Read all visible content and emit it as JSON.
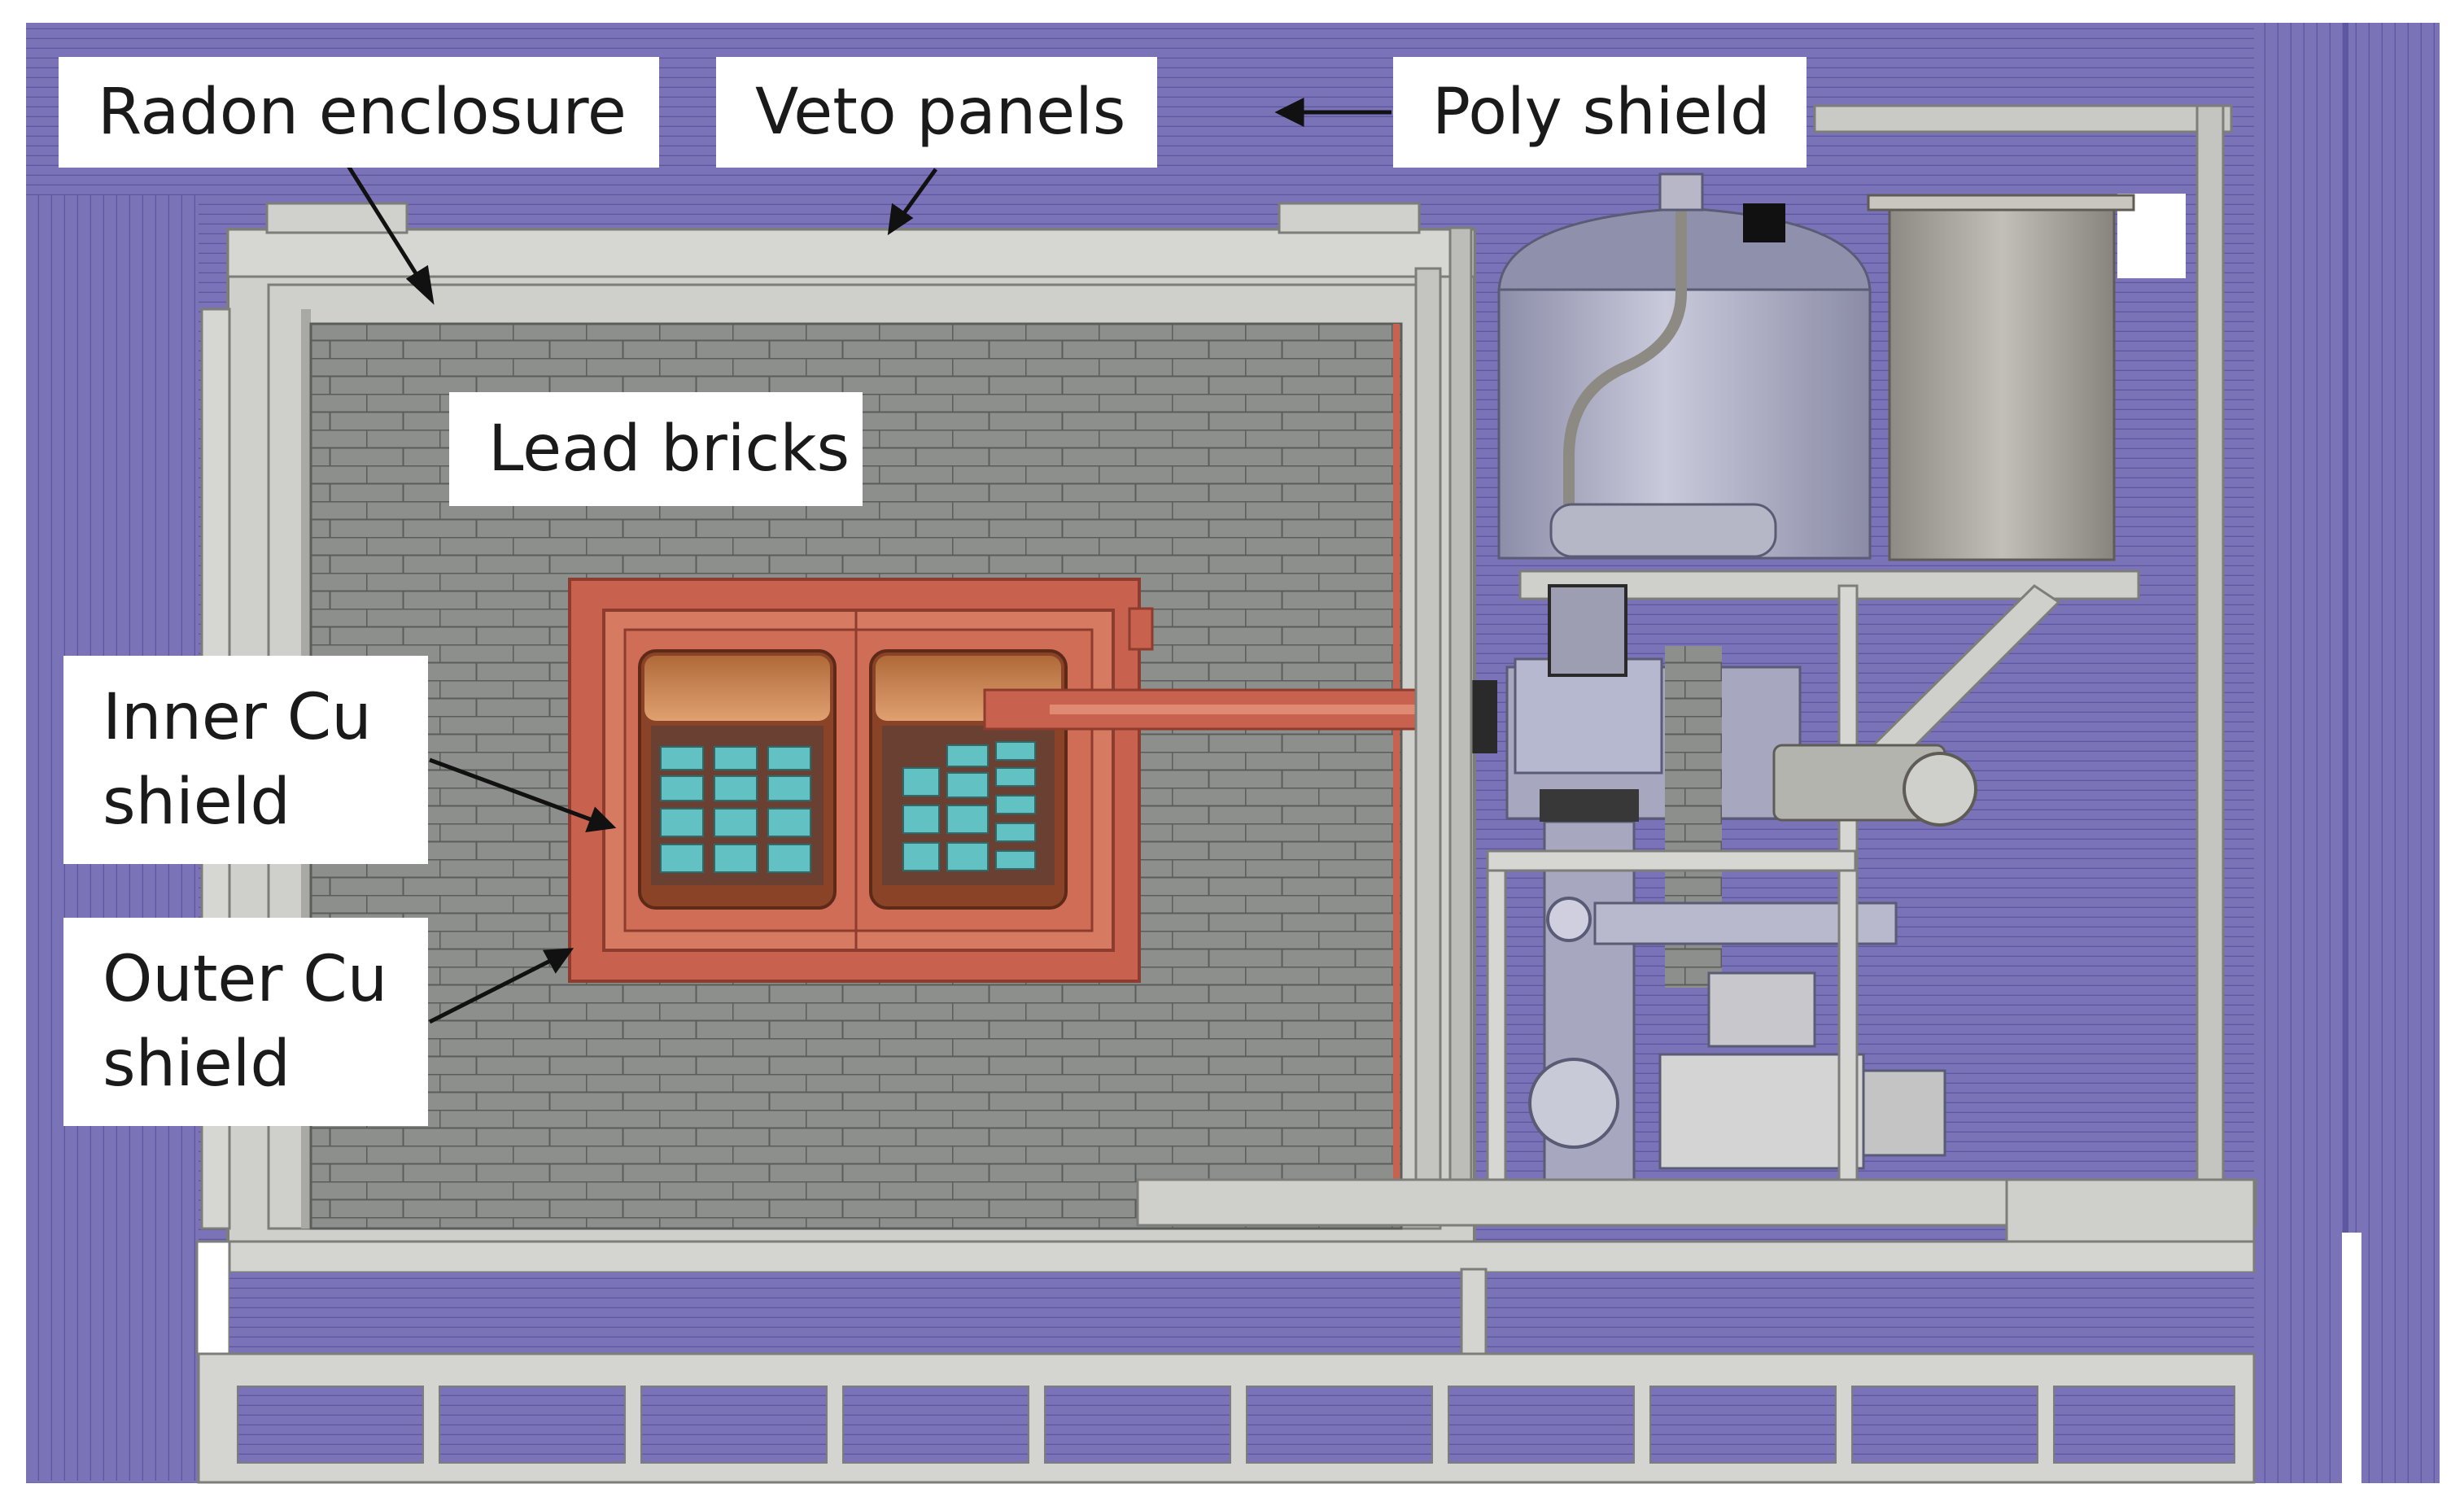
{
  "labels": {
    "radon_enclosure": "Radon enclosure",
    "veto_panels": "Veto panels",
    "poly_shield": "Poly shield",
    "lead_bricks": "Lead bricks",
    "inner_cu_shield": "Inner Cu\nshield",
    "outer_cu_shield": "Outer Cu\nshield"
  },
  "colors": {
    "poly_shield": "#7b73b8",
    "lead_bricks": "#8d8f8c",
    "copper_shield": "#c8614d",
    "steel": "#c4c4c0",
    "cryostat": "#a7a8c0",
    "detector_crystal": "#62c1c2"
  }
}
